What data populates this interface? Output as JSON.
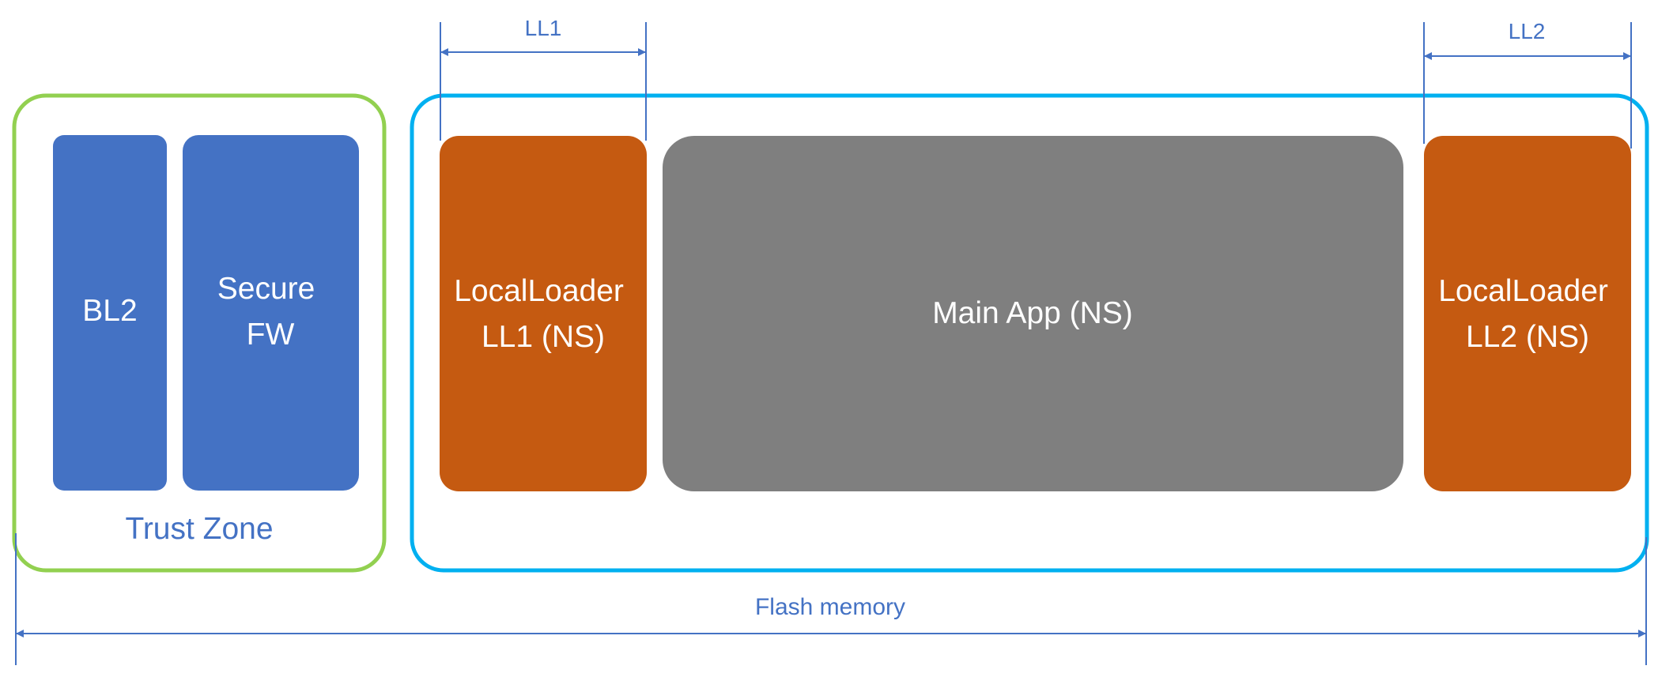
{
  "colors": {
    "trust_zone_border": "#92D050",
    "flash_region_border": "#00B0F0",
    "secure_block": "#4472C4",
    "local_loader_block": "#C55A11",
    "main_app_block": "#7F7F7F",
    "block_text": "#FFFFFF",
    "annotation": "#4472C4"
  },
  "dimensions": {
    "ll1_label": "LL1",
    "ll2_label": "LL2",
    "flash_memory_label": "Flash memory"
  },
  "trust_zone": {
    "label": "Trust Zone",
    "bl2": {
      "label": "BL2"
    },
    "secure_fw": {
      "line1": "Secure",
      "line2": "FW"
    }
  },
  "non_secure": {
    "local_loader_1": {
      "line1": "LocalLoader",
      "line2": "LL1 (NS)"
    },
    "main_app": {
      "label": "Main App (NS)"
    },
    "local_loader_2": {
      "line1": "LocalLoader",
      "line2": "LL2 (NS)"
    }
  }
}
